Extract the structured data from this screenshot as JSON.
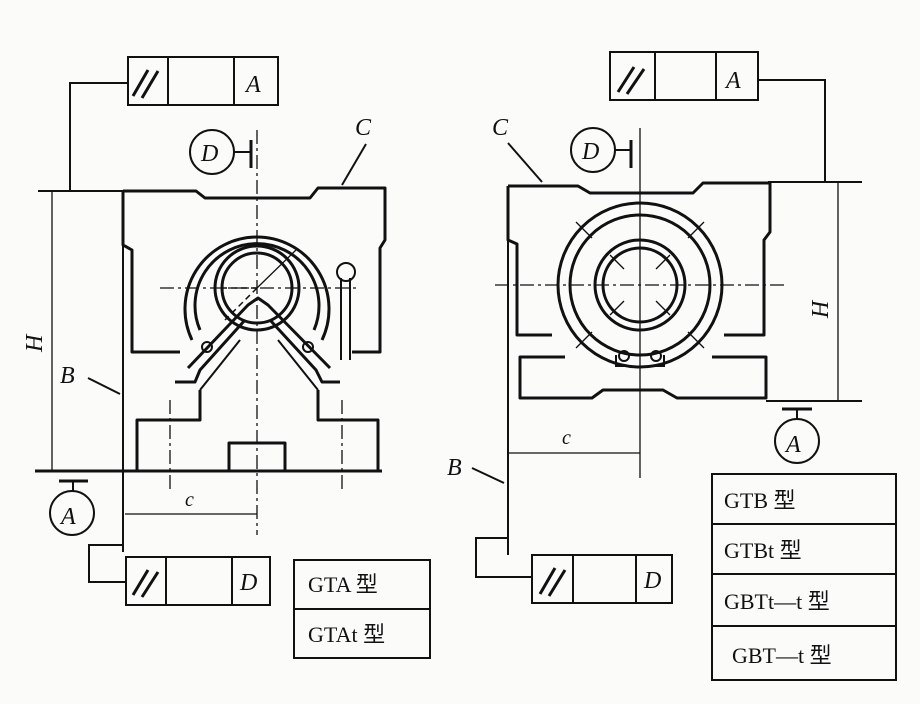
{
  "figure": {
    "left_view": {
      "feature_frame_top": {
        "symbol": "parallelism",
        "tolerance": "",
        "datum": "A"
      },
      "feature_frame_bottom": {
        "symbol": "parallelism",
        "tolerance": "",
        "datum": "D"
      },
      "datum_top": "D",
      "datum_bottom": "A",
      "surface_labels": {
        "C": "C",
        "B": "B"
      },
      "dimension_H": "H",
      "dimension_c": "c",
      "model_table": [
        "GTA 型",
        "GTAt 型"
      ]
    },
    "right_view": {
      "feature_frame_top": {
        "symbol": "parallelism",
        "tolerance": "",
        "datum": "A"
      },
      "feature_frame_bottom": {
        "symbol": "parallelism",
        "tolerance": "",
        "datum": "D"
      },
      "datum_top": "D",
      "datum_bottom": "A",
      "surface_labels": {
        "C": "C",
        "B": "B"
      },
      "dimension_H": "H",
      "dimension_c": "c",
      "model_table": [
        "GTB 型",
        "GTBt 型",
        "GBTt—t 型",
        "GBT—t 型"
      ]
    }
  }
}
